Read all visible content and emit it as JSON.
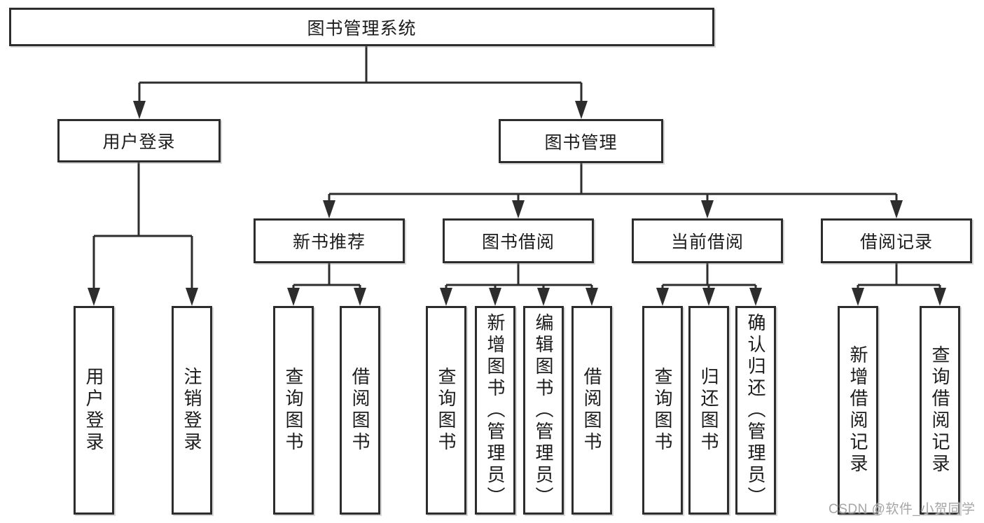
{
  "colors": {
    "line": "#2d2d2d",
    "box_border": "#2d2d2d",
    "text": "#1c1c1c",
    "watermark": "#a6a6a6",
    "background": "#ffffff"
  },
  "tree": {
    "root": "图书管理系统",
    "branches": [
      {
        "label": "用户登录",
        "leaves": [
          "用户登录",
          "注销登录"
        ]
      },
      {
        "label": "图书管理",
        "groups": [
          {
            "label": "新书推荐",
            "leaves": [
              "查询图书",
              "借阅图书"
            ]
          },
          {
            "label": "图书借阅",
            "leaves": [
              "查询图书",
              "新增图书（管理员）",
              "编辑图书（管理员）",
              "借阅图书"
            ]
          },
          {
            "label": "当前借阅",
            "leaves": [
              "查询图书",
              "归还图书",
              "确认归还（管理员）"
            ]
          },
          {
            "label": "借阅记录",
            "leaves": [
              "新增借阅记录",
              "查询借阅记录"
            ]
          }
        ]
      }
    ]
  },
  "watermark": "CSDN @软件_小贺同学"
}
